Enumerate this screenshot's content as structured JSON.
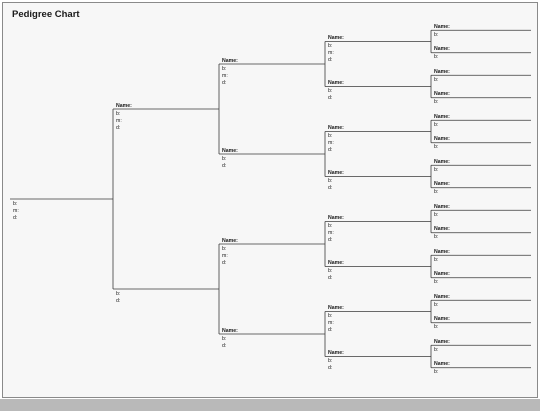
{
  "title": "Pedigree Chart",
  "labels": {
    "name": "Name:",
    "born": "b:",
    "married": "m:",
    "died": "d:"
  },
  "colors": {
    "line": "#3a3a3a",
    "sheet": "#f7f7f7",
    "border": "#8a8a8a"
  },
  "generations": [
    {
      "count": 1,
      "fields": [
        "born",
        "married",
        "died"
      ],
      "named": false
    },
    {
      "count": 2,
      "fields_pattern": [
        [
          "born",
          "married",
          "died"
        ],
        [
          "born",
          "died"
        ]
      ],
      "named_pattern": [
        true,
        false
      ]
    },
    {
      "count": 4,
      "fields_pattern": [
        [
          "born",
          "married",
          "died"
        ],
        [
          "born",
          "died"
        ]
      ],
      "named_pattern": [
        true,
        true
      ]
    },
    {
      "count": 8,
      "fields_pattern": [
        [
          "born",
          "married",
          "died"
        ],
        [
          "born",
          "died"
        ]
      ],
      "named_pattern": [
        true,
        true
      ]
    },
    {
      "count": 16,
      "fields_pattern": [
        [
          "born"
        ],
        [
          "born"
        ]
      ],
      "named_pattern": [
        true,
        true
      ]
    }
  ]
}
